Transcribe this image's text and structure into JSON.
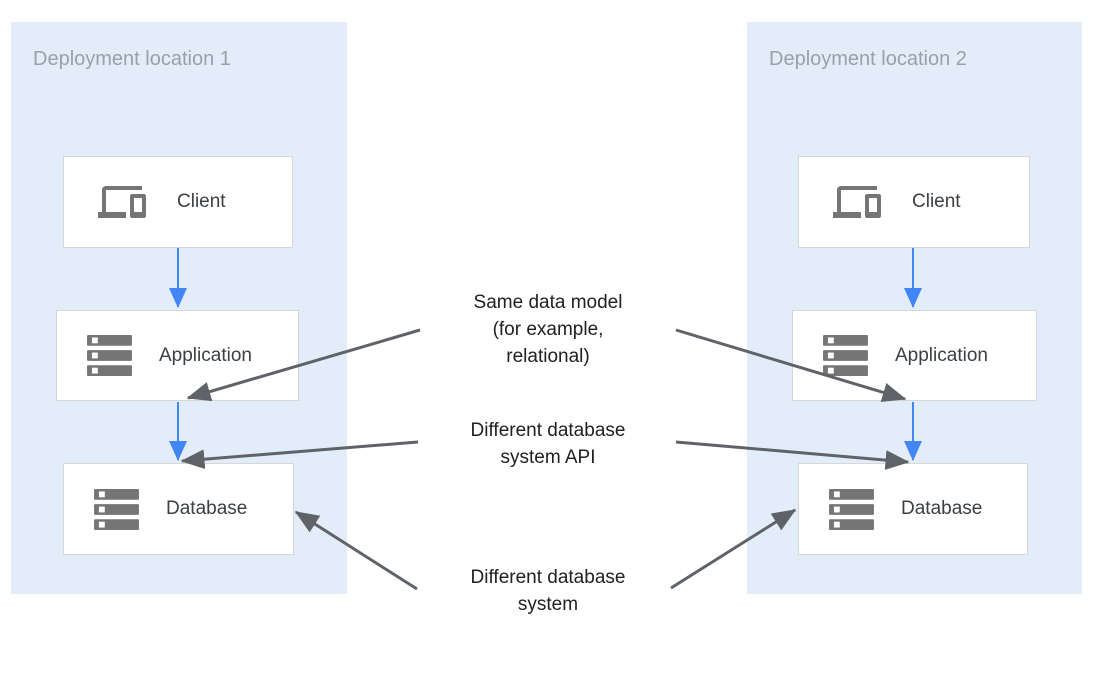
{
  "diagram": {
    "panels": [
      {
        "title": "Deployment location 1",
        "boxes": [
          {
            "label": "Client",
            "icon": "devices-icon"
          },
          {
            "label": "Application",
            "icon": "server-stack-icon"
          },
          {
            "label": "Database",
            "icon": "server-stack-icon"
          }
        ]
      },
      {
        "title": "Deployment location 2",
        "boxes": [
          {
            "label": "Client",
            "icon": "devices-icon"
          },
          {
            "label": "Application",
            "icon": "server-stack-icon"
          },
          {
            "label": "Database",
            "icon": "server-stack-icon"
          }
        ]
      }
    ],
    "annotations": [
      {
        "lines": [
          "Same data model",
          "(for example,",
          "relational)"
        ]
      },
      {
        "lines": [
          "Different database",
          "system API"
        ]
      },
      {
        "lines": [
          "Different database",
          "system"
        ]
      }
    ],
    "colors": {
      "panel_background": "#e3edfa",
      "box_background": "#ffffff",
      "box_border": "#d7d7d7",
      "icon_gray": "#757575",
      "panel_title_gray": "#9aa0a6",
      "box_label_text": "#3c4043",
      "flow_arrow_blue": "#4285f4",
      "annotation_arrow_gray": "#5f6368",
      "annotation_text": "#202124"
    }
  }
}
